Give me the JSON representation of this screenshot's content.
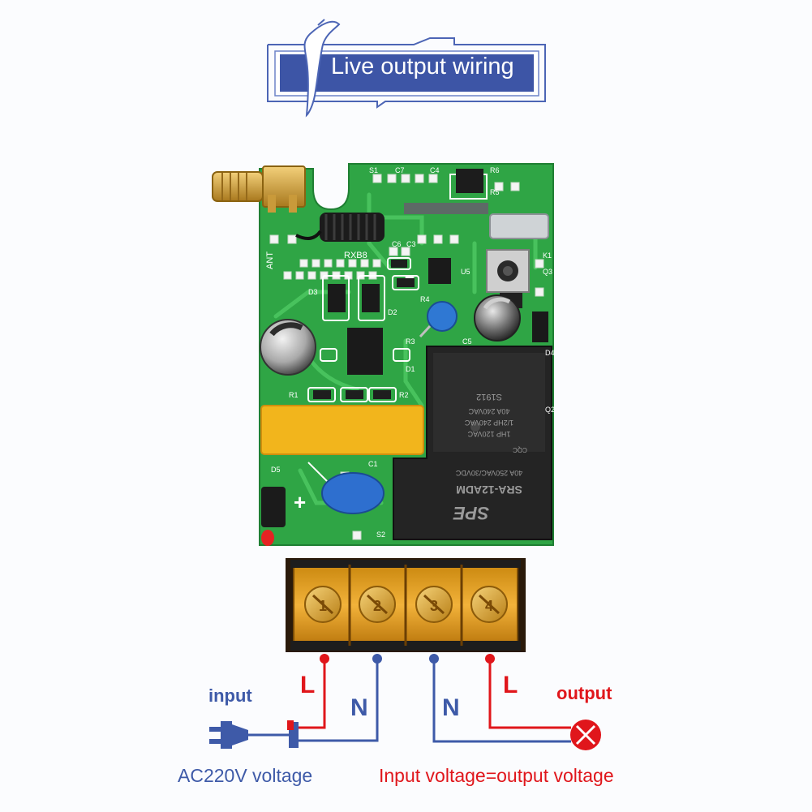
{
  "title": "Live output wiring",
  "labels": {
    "input": "input",
    "output": "output",
    "voltage": "AC220V voltage",
    "equation": "Input voltage=output voltage"
  },
  "wires": {
    "live_in": "L",
    "neutral_in": "N",
    "neutral_out": "N",
    "live_out": "L"
  },
  "board": {
    "module_label": "RXB8",
    "antenna_label": "ANT",
    "relay_lines": [
      "SRA-12ADM",
      "40A 250VAC/30VDC",
      "1HP 120VAC",
      "1/2HP 240VAC",
      "40A 240VAC",
      "S1912"
    ],
    "relay_brand": "SPE",
    "relay_cert": "CQC",
    "terminals": [
      "1",
      "2",
      "3",
      "4"
    ],
    "plus_sign": "+",
    "component_labels": [
      "S1",
      "C7",
      "C4",
      "R6",
      "R5",
      "C6",
      "C3",
      "U5",
      "K1",
      "Q3",
      "D3",
      "D2",
      "R4",
      "R3",
      "C5",
      "D1",
      "R1",
      "R2",
      "C1",
      "D5",
      "S2",
      "Q2",
      "D4"
    ]
  },
  "colors": {
    "banner_fill": "#3d55a6",
    "board_green": "#2fa545",
    "live_wire": "#e0161b",
    "neutral_wire": "#3e5aa8"
  }
}
